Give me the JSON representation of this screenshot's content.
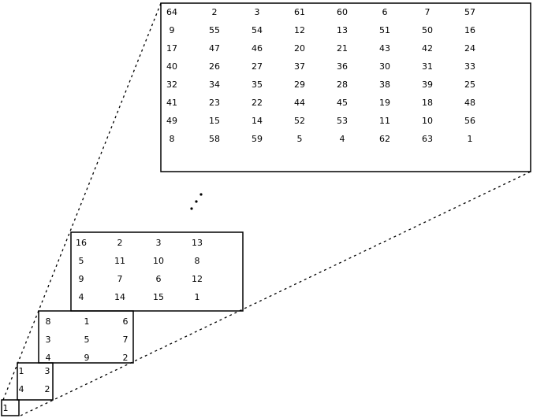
{
  "squares": [
    {
      "id": "order-1",
      "rows": [
        [
          "1"
        ]
      ]
    },
    {
      "id": "order-2",
      "rows": [
        [
          "1",
          "3"
        ],
        [
          "4",
          "2"
        ]
      ]
    },
    {
      "id": "order-3",
      "rows": [
        [
          "8",
          "1",
          "6"
        ],
        [
          "3",
          "5",
          "7"
        ],
        [
          "4",
          "9",
          "2"
        ]
      ]
    },
    {
      "id": "order-4",
      "rows": [
        [
          "16",
          "2",
          "3",
          "13"
        ],
        [
          "5",
          "11",
          "10",
          "8"
        ],
        [
          "9",
          "7",
          "6",
          "12"
        ],
        [
          "4",
          "14",
          "15",
          "1"
        ]
      ]
    },
    {
      "id": "order-8",
      "rows": [
        [
          "64",
          "2",
          "3",
          "61",
          "60",
          "6",
          "7",
          "57"
        ],
        [
          "9",
          "55",
          "54",
          "12",
          "13",
          "51",
          "50",
          "16"
        ],
        [
          "17",
          "47",
          "46",
          "20",
          "21",
          "43",
          "42",
          "24"
        ],
        [
          "40",
          "26",
          "27",
          "37",
          "36",
          "30",
          "31",
          "33"
        ],
        [
          "32",
          "34",
          "35",
          "29",
          "28",
          "38",
          "39",
          "25"
        ],
        [
          "41",
          "23",
          "22",
          "44",
          "45",
          "19",
          "18",
          "48"
        ],
        [
          "49",
          "15",
          "14",
          "52",
          "53",
          "11",
          "10",
          "56"
        ],
        [
          "8",
          "58",
          "59",
          "5",
          "4",
          "62",
          "63",
          "1"
        ]
      ]
    }
  ]
}
